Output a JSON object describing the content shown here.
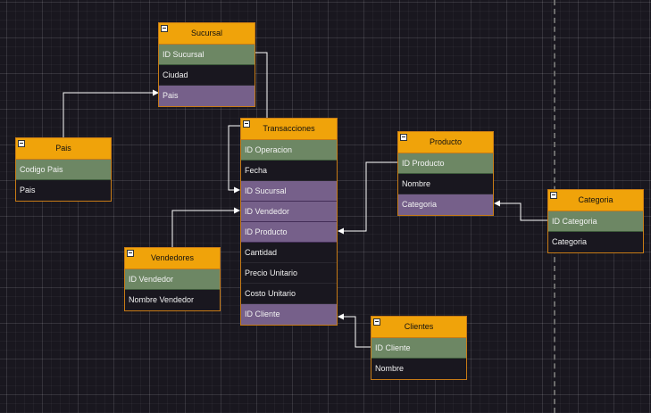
{
  "entities": {
    "sucursal": {
      "title": "Sucursal",
      "rows": [
        {
          "label": "ID Sucursal",
          "kind": "pk"
        },
        {
          "label": "Ciudad",
          "kind": "attr"
        },
        {
          "label": "Pais",
          "kind": "fk"
        }
      ]
    },
    "pais": {
      "title": "Pais",
      "rows": [
        {
          "label": "Codigo Pais",
          "kind": "pk"
        },
        {
          "label": "Pais",
          "kind": "attr"
        }
      ]
    },
    "transacciones": {
      "title": "Transacciones",
      "rows": [
        {
          "label": "ID Operacion",
          "kind": "pk"
        },
        {
          "label": "Fecha",
          "kind": "attr"
        },
        {
          "label": "ID Sucursal",
          "kind": "fk"
        },
        {
          "label": "ID Vendedor",
          "kind": "fk"
        },
        {
          "label": "ID Producto",
          "kind": "fk"
        },
        {
          "label": "Cantidad",
          "kind": "attr"
        },
        {
          "label": "Precio Unitario",
          "kind": "attr"
        },
        {
          "label": "Costo Unitario",
          "kind": "attr"
        },
        {
          "label": "ID Cliente",
          "kind": "fk"
        }
      ]
    },
    "producto": {
      "title": "Producto",
      "rows": [
        {
          "label": "ID Producto",
          "kind": "pk"
        },
        {
          "label": "Nombre",
          "kind": "attr"
        },
        {
          "label": "Categoria",
          "kind": "fk"
        }
      ]
    },
    "categoria": {
      "title": "Categoria",
      "rows": [
        {
          "label": "ID Categoria",
          "kind": "pk"
        },
        {
          "label": "Categoria",
          "kind": "attr"
        }
      ]
    },
    "vendedores": {
      "title": "Vendedores",
      "rows": [
        {
          "label": "ID Vendedor",
          "kind": "pk"
        },
        {
          "label": "Nombre Vendedor",
          "kind": "attr"
        }
      ]
    },
    "clientes": {
      "title": "Clientes",
      "rows": [
        {
          "label": "ID Cliente",
          "kind": "pk"
        },
        {
          "label": "Nombre",
          "kind": "attr"
        }
      ]
    }
  },
  "colors": {
    "header": "#f0a30a",
    "primary_key_row": "#6d8764",
    "foreign_key_row": "#76608a",
    "connector": "#ffffff"
  }
}
